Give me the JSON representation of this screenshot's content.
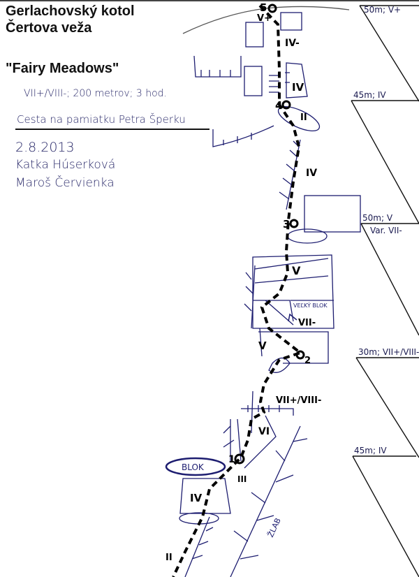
{
  "header": {
    "area": "Gerlachovský kotol",
    "tower": "Čertova veža",
    "route_name": "\"Fairy Meadows\""
  },
  "info": {
    "summary": "VII+/VIII-; 200 metrov; 3 hod.",
    "dedication": "Cesta na pamiatku Petra Šperku",
    "date": "2.8.2013",
    "climber_1": "Katka Húserková",
    "climber_2": "Maroš Červienka"
  },
  "pitches": [
    {
      "label": "50m; V+"
    },
    {
      "label": "45m; IV"
    },
    {
      "label": "50m; V",
      "variant": "Var. VII-"
    },
    {
      "label": "30m; VII+/VIII-"
    },
    {
      "label": "45m; IV"
    }
  ],
  "belays": [
    "5",
    "4",
    "3",
    "2",
    "1"
  ],
  "grades": [
    "V+",
    "IV-",
    "IV",
    "II",
    "IV",
    "V",
    "VII-",
    "V",
    "VII+/VIII-",
    "VI",
    "III",
    "IV",
    "II"
  ],
  "features": {
    "big_block": "VEĽKÝ BLOK",
    "block": "BLOK",
    "gully": "ŽLAB"
  },
  "colors": {
    "ink": "#1d1d70",
    "route": "#000000"
  }
}
